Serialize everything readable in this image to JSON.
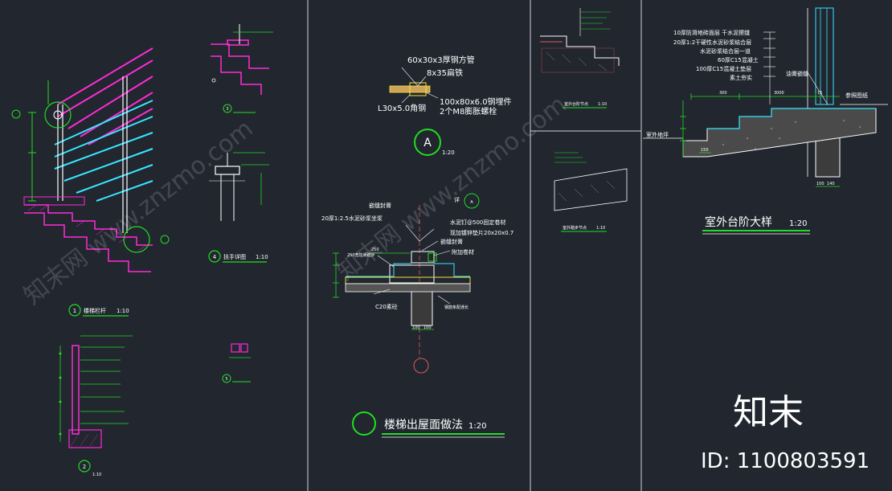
{
  "colors": {
    "background": "#21262f",
    "divider": "#cfd3da",
    "magenta": "#ff2bd6",
    "cyan": "#38e6ff",
    "green": "#22dd22",
    "yellow": "#f2e23a",
    "white": "#ffffff",
    "red": "#e05a5a",
    "hatch": "#8a8a8a"
  },
  "panel1": {
    "title_railing": "楼梯栏杆",
    "scale_railing": "1:10",
    "num_1": "1",
    "num_2": "2",
    "num_3": "3",
    "num_4": "4",
    "num_5": "5",
    "title_4": "扶手详图",
    "scale_4": "1:10",
    "scale_2": "1:10"
  },
  "panel2": {
    "label_tube": "60x30x3厚钢方管",
    "label_flat": "8x35扁铁",
    "label_plate": "100x80x6.0钢埋件",
    "label_bolt": "2个M8膨胀螺栓",
    "label_angle": "L30x5.0角钢",
    "callout_a": "A",
    "scale_a": "1:20",
    "label_seal1": "嵌缝封膏",
    "label_mortar": "20厚1:2.5水泥砂浆坐浆",
    "label_nail": "水泥钉@500固定卷材",
    "label_gasket": "现加镀锌垫片20x20x0.7",
    "label_seal2": "嵌缝封膏",
    "label_extra": "附加卷材",
    "label_wide": "250宽防滑踏步",
    "label_concrete": "C20素砼",
    "label_rebar": "钢筋条配通长",
    "callout_ref": "详",
    "dim_250": "250",
    "dim_100a": "100",
    "dim_100b": "100",
    "dim_a": "A",
    "title_main": "楼梯出屋面做法",
    "scale_main": "1:20"
  },
  "panel3": {
    "title_top": "室外台阶节点",
    "scale_top": "1:10",
    "title_bottom": "室外踏步节点",
    "scale_bottom": "1:10"
  },
  "panel4": {
    "layer1": "10厚防滑地砖面层 干水泥擦缝",
    "layer2": "20厚1:2干硬性水泥砂浆结合层",
    "layer3": "水泥砂浆结合层一道",
    "layer4": "60厚C15混凝土",
    "layer5": "100厚C15混凝土垫层",
    "layer6": "素土夯实",
    "label_oil": "油膏嵌缝",
    "label_outdoor": "室外地坪",
    "label_right": "参照图纸",
    "dim_300": "300",
    "dim_3000": "3000",
    "dim_15": "15",
    "dim_100": "100",
    "dim_140": "140",
    "dim_150": "150",
    "title_main": "室外台阶大样",
    "scale_main": "1:20"
  },
  "watermark": {
    "brand": "知末",
    "id": "ID: 1100803591",
    "diagonal": "知末网 www.znzmo.com"
  }
}
